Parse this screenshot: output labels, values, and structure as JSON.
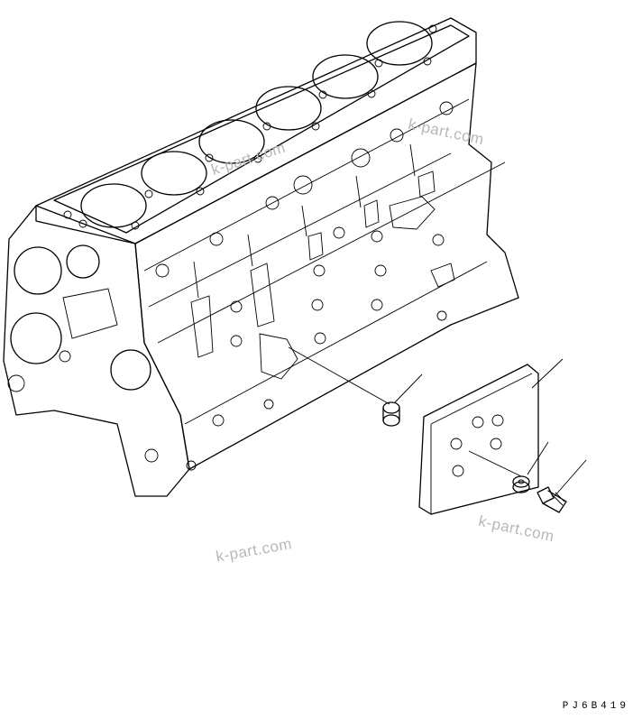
{
  "diagram": {
    "watermarks": [
      "k-part.com",
      "k-part.com",
      "k-part.com",
      "k-part.com"
    ],
    "drawing_code": "PJ6B419"
  },
  "colors": {
    "line": "#000000",
    "background": "#ffffff",
    "watermark": "#b8b8b8"
  }
}
